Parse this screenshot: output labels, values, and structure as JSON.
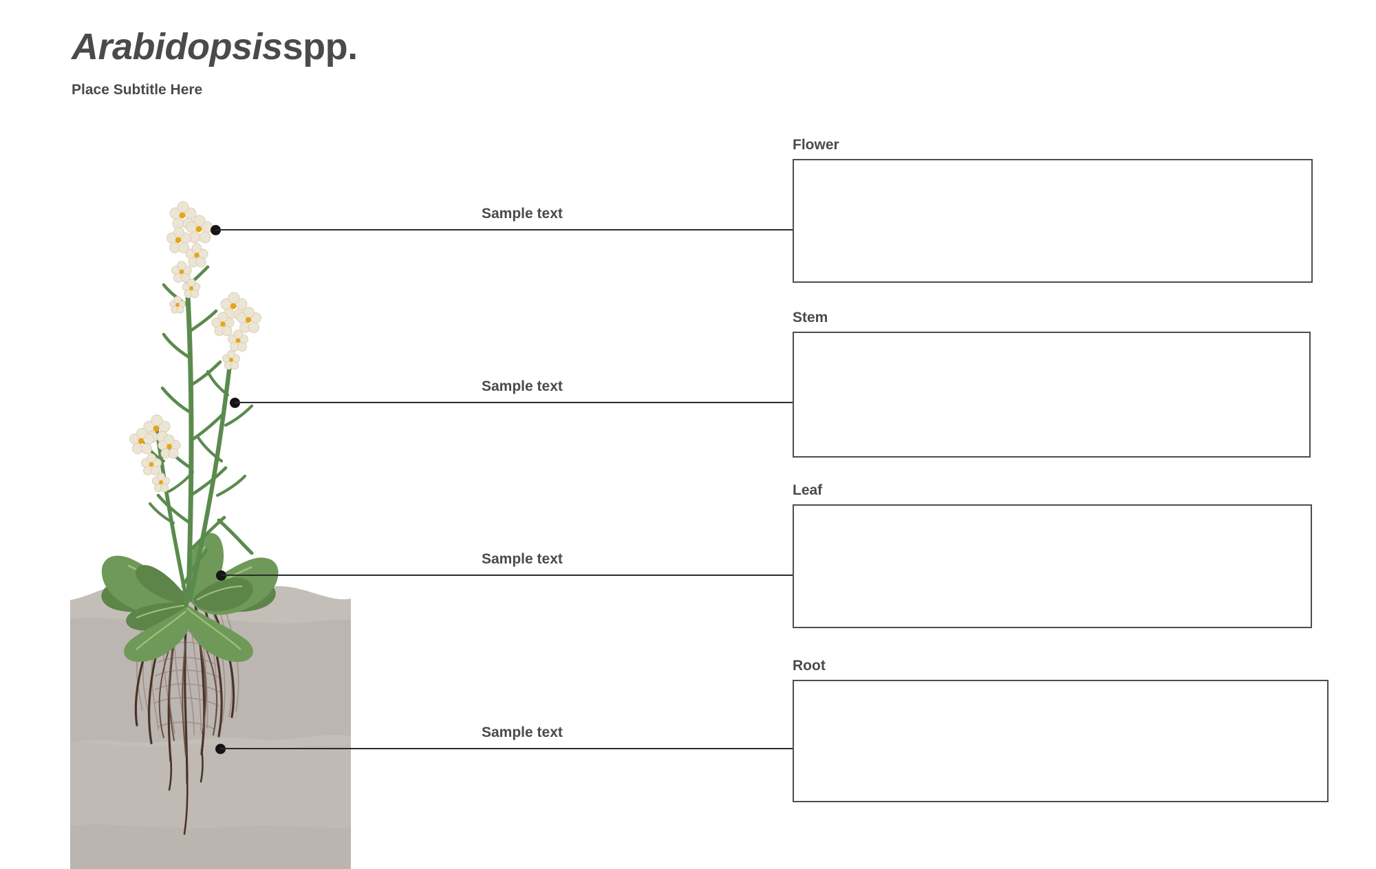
{
  "header": {
    "title_genus": "Arabidopsis",
    "title_rank": "spp.",
    "subtitle": "Place Subtitle Here"
  },
  "illustration": {
    "name": "arabidopsis-plant-illustration",
    "colors": {
      "stem_green": "#5b8a4e",
      "stem_green_dark": "#4a7341",
      "leaf_green": "#6f9958",
      "leaf_green_dark": "#5d8449",
      "leaf_vein": "#9dc077",
      "petal_cream": "#ece5d3",
      "petal_shade": "#d9d0b9",
      "flower_center": "#e8a317",
      "soil_light": "#c4beb9",
      "soil_mid": "#bcb6b2",
      "soil_dark": "#b4aeaa",
      "root_brown": "#4a3328",
      "root_brown_light": "#8d7a70"
    }
  },
  "callouts": [
    {
      "label": "Sample text",
      "target": "flower"
    },
    {
      "label": "Sample text",
      "target": "stem"
    },
    {
      "label": "Sample text",
      "target": "leaf"
    },
    {
      "label": "Sample text",
      "target": "root"
    }
  ],
  "notes": [
    {
      "title": "Flower",
      "body": ""
    },
    {
      "title": "Stem",
      "body": ""
    },
    {
      "title": "Leaf",
      "body": ""
    },
    {
      "title": "Root",
      "body": ""
    }
  ],
  "theme": {
    "text_color": "#4a4a4a",
    "line_color": "#2b2b2b",
    "box_border": "#4d4d4d",
    "background": "#ffffff"
  }
}
